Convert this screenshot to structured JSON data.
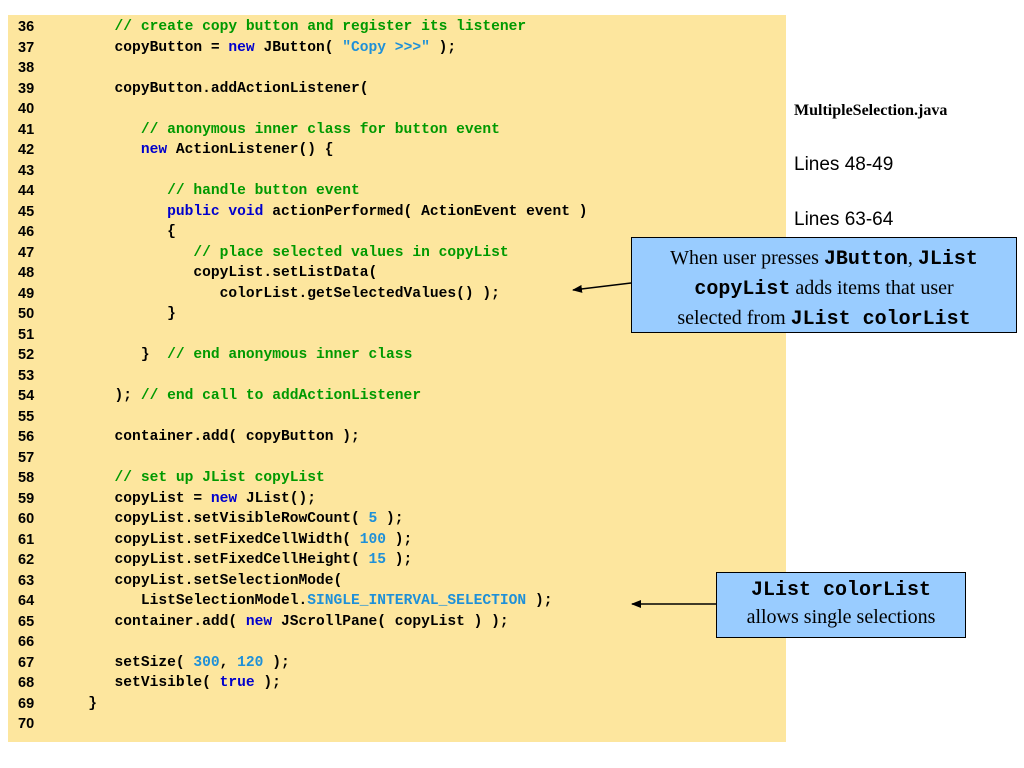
{
  "code": {
    "lines": [
      {
        "num": "36",
        "indent": "      ",
        "tokens": [
          {
            "t": "// create copy button and register its listener",
            "c": "comment"
          }
        ]
      },
      {
        "num": "37",
        "indent": "      ",
        "tokens": [
          {
            "t": "copyButton = ",
            "c": "plain"
          },
          {
            "t": "new",
            "c": "kw"
          },
          {
            "t": " JButton( ",
            "c": "plain"
          },
          {
            "t": "\"Copy >>>\"",
            "c": "literal"
          },
          {
            "t": " );",
            "c": "plain"
          }
        ]
      },
      {
        "num": "38",
        "indent": "",
        "tokens": []
      },
      {
        "num": "39",
        "indent": "      ",
        "tokens": [
          {
            "t": "copyButton.addActionListener(",
            "c": "plain"
          }
        ]
      },
      {
        "num": "40",
        "indent": "",
        "tokens": []
      },
      {
        "num": "41",
        "indent": "         ",
        "tokens": [
          {
            "t": "// anonymous inner class for button event",
            "c": "comment"
          }
        ]
      },
      {
        "num": "42",
        "indent": "         ",
        "tokens": [
          {
            "t": "new",
            "c": "kw"
          },
          {
            "t": " ActionListener() {",
            "c": "plain"
          }
        ]
      },
      {
        "num": "43",
        "indent": "",
        "tokens": []
      },
      {
        "num": "44",
        "indent": "            ",
        "tokens": [
          {
            "t": "// handle button event",
            "c": "comment"
          }
        ]
      },
      {
        "num": "45",
        "indent": "            ",
        "tokens": [
          {
            "t": "public",
            "c": "kw"
          },
          {
            "t": " ",
            "c": "plain"
          },
          {
            "t": "void",
            "c": "kw"
          },
          {
            "t": " actionPerformed( ActionEvent event )",
            "c": "plain"
          }
        ]
      },
      {
        "num": "46",
        "indent": "            ",
        "tokens": [
          {
            "t": "{",
            "c": "plain"
          }
        ]
      },
      {
        "num": "47",
        "indent": "               ",
        "tokens": [
          {
            "t": "// place selected values in copyList",
            "c": "comment"
          }
        ]
      },
      {
        "num": "48",
        "indent": "               ",
        "tokens": [
          {
            "t": "copyList.setListData(",
            "c": "plain"
          }
        ]
      },
      {
        "num": "49",
        "indent": "                  ",
        "tokens": [
          {
            "t": "colorList.getSelectedValues() );",
            "c": "plain"
          }
        ]
      },
      {
        "num": "50",
        "indent": "            ",
        "tokens": [
          {
            "t": "}",
            "c": "plain"
          }
        ]
      },
      {
        "num": "51",
        "indent": "",
        "tokens": []
      },
      {
        "num": "52",
        "indent": "         ",
        "tokens": [
          {
            "t": "}  ",
            "c": "plain"
          },
          {
            "t": "// end anonymous inner class",
            "c": "comment"
          }
        ]
      },
      {
        "num": "53",
        "indent": "",
        "tokens": []
      },
      {
        "num": "54",
        "indent": "      ",
        "tokens": [
          {
            "t": "); ",
            "c": "plain"
          },
          {
            "t": "// end call to addActionListener",
            "c": "comment"
          }
        ]
      },
      {
        "num": "55",
        "indent": "",
        "tokens": []
      },
      {
        "num": "56",
        "indent": "      ",
        "tokens": [
          {
            "t": "container.add( copyButton );",
            "c": "plain"
          }
        ]
      },
      {
        "num": "57",
        "indent": "",
        "tokens": []
      },
      {
        "num": "58",
        "indent": "      ",
        "tokens": [
          {
            "t": "// set up JList copyList",
            "c": "comment"
          }
        ]
      },
      {
        "num": "59",
        "indent": "      ",
        "tokens": [
          {
            "t": "copyList = ",
            "c": "plain"
          },
          {
            "t": "new",
            "c": "kw"
          },
          {
            "t": " JList();",
            "c": "plain"
          }
        ]
      },
      {
        "num": "60",
        "indent": "      ",
        "tokens": [
          {
            "t": "copyList.setVisibleRowCount( ",
            "c": "plain"
          },
          {
            "t": "5",
            "c": "literal"
          },
          {
            "t": " );",
            "c": "plain"
          }
        ]
      },
      {
        "num": "61",
        "indent": "      ",
        "tokens": [
          {
            "t": "copyList.setFixedCellWidth( ",
            "c": "plain"
          },
          {
            "t": "100",
            "c": "literal"
          },
          {
            "t": " );",
            "c": "plain"
          }
        ]
      },
      {
        "num": "62",
        "indent": "      ",
        "tokens": [
          {
            "t": "copyList.setFixedCellHeight( ",
            "c": "plain"
          },
          {
            "t": "15",
            "c": "literal"
          },
          {
            "t": " );",
            "c": "plain"
          }
        ]
      },
      {
        "num": "63",
        "indent": "      ",
        "tokens": [
          {
            "t": "copyList.setSelectionMode(",
            "c": "plain"
          }
        ]
      },
      {
        "num": "64",
        "indent": "         ",
        "tokens": [
          {
            "t": "ListSelectionModel.",
            "c": "plain"
          },
          {
            "t": "SINGLE_INTERVAL_SELECTION",
            "c": "literal"
          },
          {
            "t": " );",
            "c": "plain"
          }
        ]
      },
      {
        "num": "65",
        "indent": "      ",
        "tokens": [
          {
            "t": "container.add( ",
            "c": "plain"
          },
          {
            "t": "new",
            "c": "kw"
          },
          {
            "t": " JScrollPane( copyList ) );",
            "c": "plain"
          }
        ]
      },
      {
        "num": "66",
        "indent": "",
        "tokens": []
      },
      {
        "num": "67",
        "indent": "      ",
        "tokens": [
          {
            "t": "setSize( ",
            "c": "plain"
          },
          {
            "t": "300",
            "c": "literal"
          },
          {
            "t": ", ",
            "c": "plain"
          },
          {
            "t": "120",
            "c": "literal"
          },
          {
            "t": " );",
            "c": "plain"
          }
        ]
      },
      {
        "num": "68",
        "indent": "      ",
        "tokens": [
          {
            "t": "setVisible( ",
            "c": "plain"
          },
          {
            "t": "true",
            "c": "kw"
          },
          {
            "t": " );",
            "c": "plain"
          }
        ]
      },
      {
        "num": "69",
        "indent": "   ",
        "tokens": [
          {
            "t": "}",
            "c": "plain"
          }
        ]
      },
      {
        "num": "70",
        "indent": "",
        "tokens": []
      }
    ]
  },
  "sidebar": {
    "file_title": "MultipleSelection.java",
    "lines_label_1": "Lines 48-49",
    "lines_label_2": "Lines 63-64"
  },
  "callouts": {
    "copylist": {
      "when_user_presses": "When user presses",
      "jbutton": "JButton",
      "comma": ",",
      "jlist": "JList",
      "copylist": "copyList",
      "adds_items": "adds items that user",
      "selected_from": "selected from",
      "jlist_colorlist": "JList colorList"
    },
    "colorlist": {
      "jlist_colorlist": "JList colorList",
      "allows": "allows single selections"
    }
  },
  "colors": {
    "code_background": "#fde69e",
    "callout_background": "#99ccff",
    "keyword": "#0000cc",
    "comment": "#009900",
    "literal": "#1e90d8"
  }
}
